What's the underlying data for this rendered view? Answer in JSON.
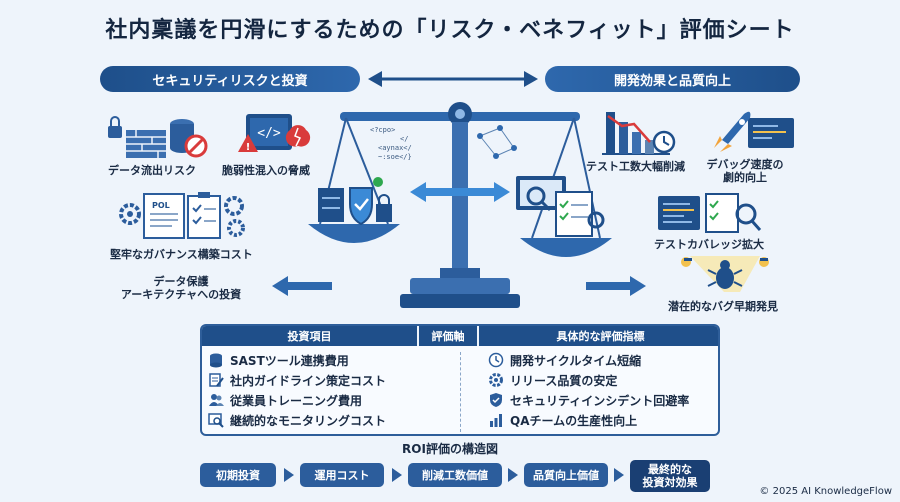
{
  "title": "社内稟議を円滑にするための「リスク・ベネフィット」評価シート",
  "left_header": "セキュリティリスクと投資",
  "right_header": "開発効果と品質向上",
  "left_items": {
    "data_leak": "データ流出リスク",
    "vuln": "脆弱性混入の脅威",
    "governance": "堅牢なガバナンス構築コスト",
    "data_protection_1": "データ保護",
    "data_protection_2": "アーキテクチャへの投資",
    "pol_label": "POL"
  },
  "right_items": {
    "test_effort": "テスト工数大幅削減",
    "debug_1": "デバッグ速度の",
    "debug_2": "劇的向上",
    "coverage": "テストカバレッジ拡大",
    "bugs": "潜在的なバグ早期発見"
  },
  "code_text": {
    "l1": "<?cpo>",
    "l2": "</",
    "l3": "<aynax</",
    "l4": "~:soe</}"
  },
  "table": {
    "headers": [
      "投資項目",
      "評価軸",
      "具体的な評価指標"
    ],
    "left_rows": [
      "SASTツール連携費用",
      "社内ガイドライン策定コスト",
      "従業員トレーニング費用",
      "継続的なモニタリングコスト"
    ],
    "right_rows": [
      "開発サイクルタイム短縮",
      "リリース品質の安定",
      "セキュリティインシデント回避率",
      "QAチームの生産性向上"
    ]
  },
  "roi_title": "ROI評価の構造図",
  "flow": [
    "初期投資",
    "運用コスト",
    "削減工数価値",
    "品質向上価値",
    "最終的な",
    "投資対効果"
  ],
  "copyright": "© 2025 AI KnowledgeFlow",
  "colors": {
    "navy": "#1f4f8a",
    "accent": "#2e68ad",
    "bg": "#eef4fb",
    "red": "#d93b3b",
    "yellow": "#f2c14e"
  }
}
